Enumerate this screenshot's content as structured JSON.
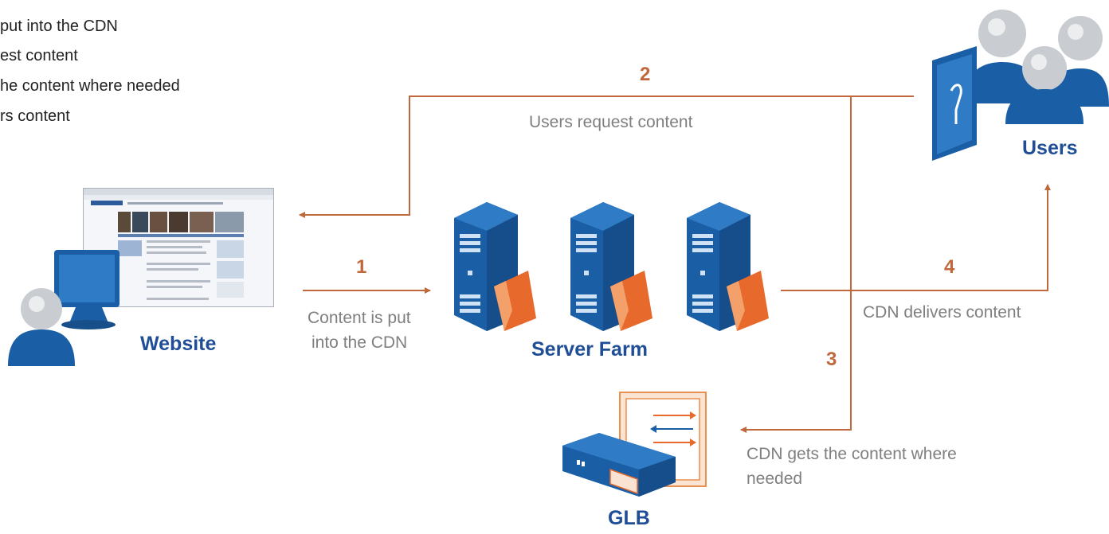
{
  "legend": {
    "lines": [
      "put into the CDN",
      "est content",
      "he content where needed",
      "rs content"
    ]
  },
  "nodes": {
    "website": "Website",
    "server_farm": "Server Farm",
    "users": "Users",
    "glb": "GLB"
  },
  "steps": [
    {
      "number": "1",
      "text_line1": "Content is put",
      "text_line2": "into the CDN"
    },
    {
      "number": "2",
      "text": "Users request content"
    },
    {
      "number": "3",
      "text_line1": "CDN gets the content where",
      "text_line2": "needed"
    },
    {
      "number": "4",
      "text": "CDN delivers content"
    }
  ],
  "colors": {
    "arrow": "#c0673b",
    "title_blue": "#1f4e96",
    "desc_gray": "#7f7f7f",
    "device_blue": "#1a5fa6",
    "folder_orange": "#e8692c"
  },
  "icons": [
    "user-icon",
    "browser-screenshot-icon",
    "server-icon",
    "folder-icon",
    "load-balancer-icon",
    "users-group-icon"
  ]
}
